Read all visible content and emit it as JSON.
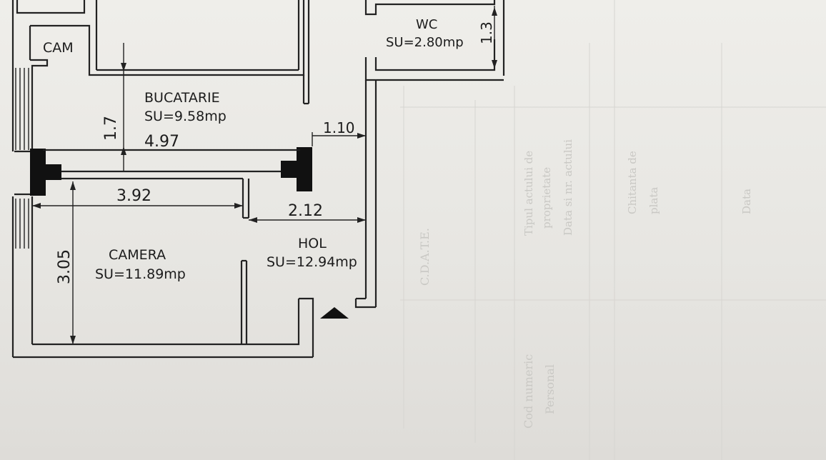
{
  "rooms": {
    "cam": {
      "name": "CAM"
    },
    "wc": {
      "name": "WC",
      "area": "SU=2.80mp"
    },
    "bucatarie": {
      "name": "BUCATARIE",
      "area": "SU=9.58mp"
    },
    "hol": {
      "name": "HOL",
      "area": "SU=12.94mp"
    },
    "camera": {
      "name": "CAMERA",
      "area": "SU=11.89mp"
    }
  },
  "dimensions": {
    "d1_7": "1.7",
    "d4_97": "4.97",
    "d1_10": "1.10",
    "d3_92": "3.92",
    "d2_12": "2.12",
    "d3_05": "3.05",
    "d1_3": "1.3"
  },
  "background_table": {
    "texts": [
      "C.D.A.T.E.",
      "Tipul actului de",
      "proprietate",
      "Data si nr. actului",
      "Cod numeric",
      "Personal",
      "Chitanta de",
      "plata",
      "Data"
    ]
  }
}
